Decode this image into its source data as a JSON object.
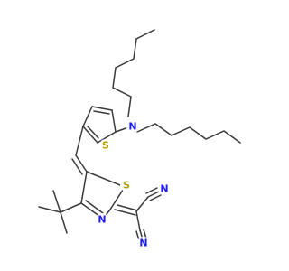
{
  "molecule": {
    "atoms": [
      {
        "id": "s_thio",
        "symbol": "S",
        "color": "#b8a000"
      },
      {
        "id": "n_amine",
        "symbol": "N",
        "color": "#1a1aff"
      },
      {
        "id": "s_thiaz",
        "symbol": "S",
        "color": "#b8a000"
      },
      {
        "id": "n_thiaz",
        "symbol": "N",
        "color": "#1a1aff"
      },
      {
        "id": "n_cn1",
        "symbol": "N",
        "color": "#1a1aff"
      },
      {
        "id": "n_cn2",
        "symbol": "N",
        "color": "#1a1aff"
      }
    ],
    "bond_color": "#3a3a3a"
  }
}
